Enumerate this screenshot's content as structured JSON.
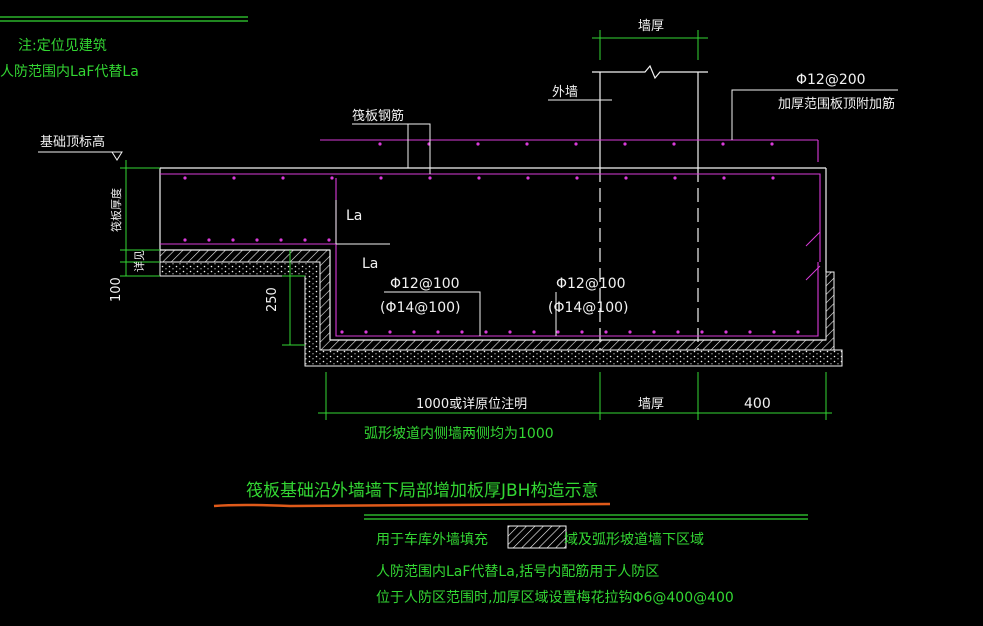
{
  "header": {
    "top_title": "",
    "note_1": "注:定位见建筑",
    "note_2": "人防范围内LaF代替La"
  },
  "diagram": {
    "label_wall_thickness_top": "墙厚",
    "label_outer_wall": "外墙",
    "label_top_rebar": "Φ12@200",
    "label_top_rebar_note": "加厚范围板顶附加筋",
    "label_raft_rebar": "筏板钢筋",
    "label_elevation": "基础顶标高",
    "label_raft_thickness": "筏板厚度",
    "label_detail": "详见",
    "label_la_upper": "La",
    "label_la_lower": "La",
    "label_rebar_left_1": "Φ12@100",
    "label_rebar_left_2": "(Φ14@100)",
    "label_rebar_right_1": "Φ12@100",
    "label_rebar_right_2": "(Φ14@100)",
    "dim_100": "100",
    "dim_250": "250",
    "dim_1000": "1000或详原位注明",
    "dim_wall_thickness": "墙厚",
    "dim_400": "400",
    "arc_note": "弧形坡道内侧墙两侧均为1000"
  },
  "caption": {
    "title": "筏板基础沿外墙墙下局部增加板厚JBH构造示意"
  },
  "legend": {
    "fill_left_text": "用于车库外墙填充",
    "fill_right_text": "域及弧形坡道墙下区域",
    "note_1": "人防范围内LaF代替La,括号内配筋用于人防区",
    "note_2": "位于人防区范围时,加厚区域设置梅花拉钩Φ6@400@400"
  },
  "colors": {
    "background": "#000000",
    "green": "#33d633",
    "white": "#f2f2f2",
    "magenta": "#d93bd9",
    "underline": "#e05a1a"
  }
}
